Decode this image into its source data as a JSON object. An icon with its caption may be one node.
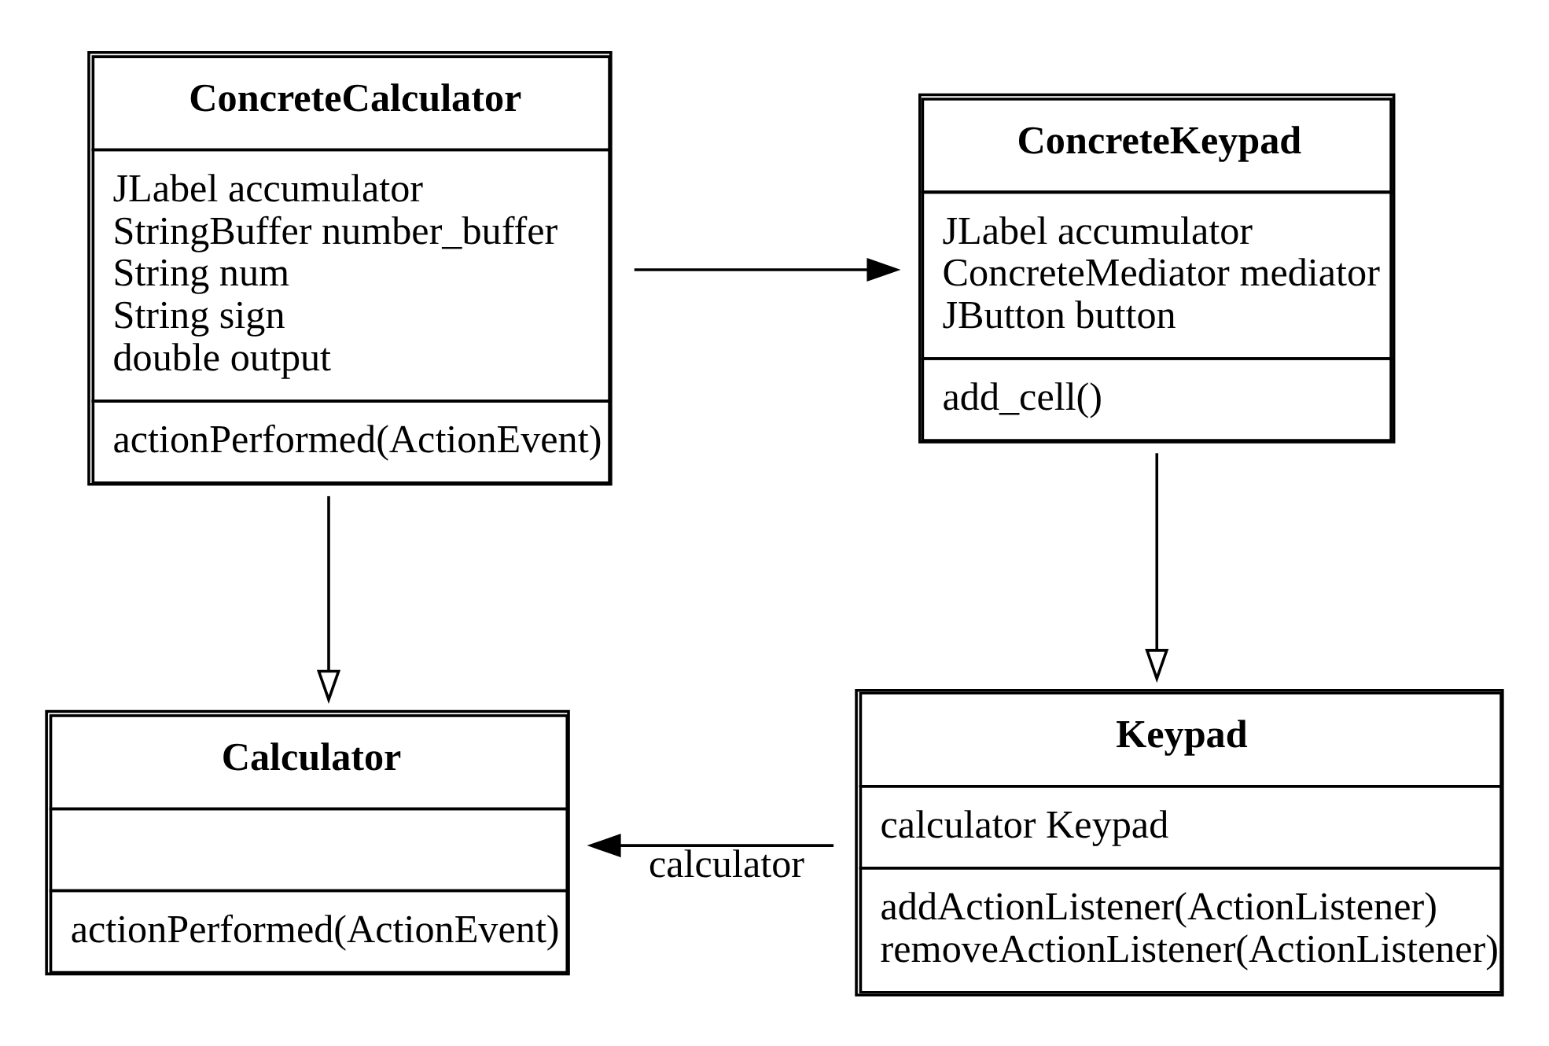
{
  "diagram": {
    "nodes": [
      {
        "text": [
          "Calculator",
          "actionPerformed(ActionEvent)"
        ]
      },
      {
        "text": [
          "Keypad",
          "calculator Keypad",
          "addActionListener(ActionListener)",
          "removeActionListener(ActionListener)"
        ]
      },
      {
        "text": [
          "ConcreteCalculator",
          "JLabel accumulator",
          "StringBuffer number_buffer",
          "String num",
          "String sign",
          "double output",
          "actionPerformed(ActionEvent)"
        ]
      },
      {
        "text": [
          "ConcreteKeypad",
          "JLabel accumulator",
          "ConcreteMediator mediator",
          "JButton button",
          "add_cell()"
        ]
      }
    ],
    "edges": [
      {
        "from": 1,
        "to": 0,
        "arrow": "to",
        "label": "calculator"
      },
      {
        "from": 2,
        "to": 0,
        "arrow": "to"
      },
      {
        "from": 3,
        "to": 1,
        "arrow": "to"
      },
      {
        "from": 2,
        "to": 3,
        "arrow": "to"
      }
    ]
  }
}
